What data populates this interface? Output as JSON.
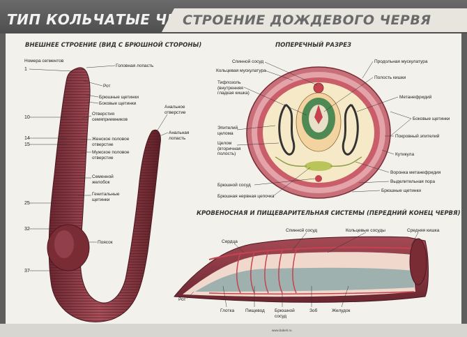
{
  "header": {
    "title_left": "ТИП КОЛЬЧАТЫЕ ЧЕРВИ",
    "title_right": "СТРОЕНИЕ ДОЖДЕВОГО ЧЕРВЯ"
  },
  "external": {
    "heading": "ВНЕШНЕЕ СТРОЕНИЕ (ВИД С БРЮШНОЙ СТОРОНЫ)",
    "segments_label": "Номера сегментов",
    "segment_numbers": [
      "1",
      "10",
      "14",
      "15",
      "25",
      "32",
      "37"
    ],
    "labels": {
      "head": "Головная лопасть",
      "mouth": "Рот",
      "ventral_setae": "Брюшные щетинки",
      "lateral_setae": "Боковые щетинки",
      "seminal_receptacles": "Отверстия\nсемяприемников",
      "female_pore": "Женское половое\nотверстие",
      "male_pore": "Мужское половое\nотверстие",
      "seminal_groove": "Семенной\nжелобок",
      "genital_setae": "Генитальные\nщетинки",
      "clitellum": "Поясок",
      "anal_opening": "Анальное\nотверстие",
      "anal_lobe": "Анальная\nлопасть"
    }
  },
  "cross_section": {
    "heading": "ПОПЕРЕЧНЫЙ РАЗРЕЗ",
    "labels": {
      "dorsal_vessel": "Спинной сосуд",
      "circular_muscles": "Кольцевая мускулатура",
      "typhlosole": "Тифлозоль\n(внутренняя\nгладкая кишка)",
      "coelom_epithelium": "Эпителий\nцелома",
      "coelom": "Целом\n(вторичная\nполость)",
      "ventral_vessel": "Брюшной сосуд",
      "nerve_cord": "Брюшная нервная цепочка",
      "longitudinal_muscles": "Продольная мускулатура",
      "gut_cavity": "Полость кишки",
      "metanephridium": "Метанефридий",
      "lateral_setae": "Боковые щетинки",
      "cover_epithelium": "Покровный эпителий",
      "cuticle": "Кутикула",
      "nephridium_funnel": "Воронка метанефридия",
      "excretory_pore": "Выделительная пора",
      "ventral_setae": "Брюшные щетинки"
    }
  },
  "systems": {
    "heading": "КРОВЕНОСНАЯ И ПИЩЕВАРИТЕЛЬНАЯ СИСТЕМЫ (ПЕРЕДНИЙ КОНЕЦ ЧЕРВЯ)",
    "labels": {
      "dorsal_vessel": "Спинной сосуд",
      "ring_vessels": "Кольцевые сосуды",
      "midgut": "Средняя кишка",
      "hearts": "Сердца",
      "mouth": "Рот",
      "pharynx": "Глотка",
      "esophagus": "Пищевод",
      "ventral_vessel": "Брюшной\nсосуд",
      "crop": "Зоб",
      "gizzard": "Желудок"
    }
  },
  "footer": {
    "website": "www.babeh.ru"
  },
  "colors": {
    "worm": "#8e3a3f",
    "worm_dark": "#5e1f26",
    "background": "#f3f1ec",
    "header": "#5a5a5a"
  }
}
